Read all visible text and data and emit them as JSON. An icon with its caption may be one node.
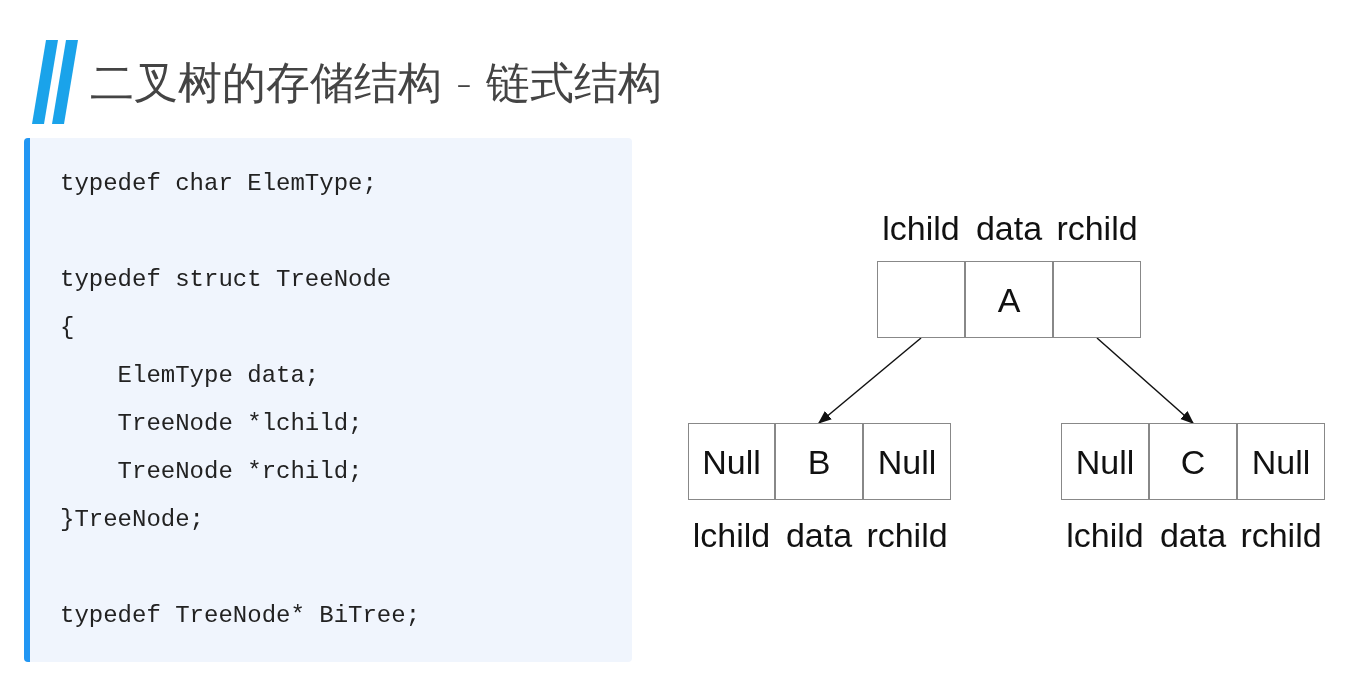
{
  "diagram": {
    "title": "二叉树的存储结构 - 链式结构",
    "nodes": [
      {
        "text": [
          "typedef char ElemType;",
          "typedef struct TreeNode",
          "{",
          "    ElemType data;",
          "    TreeNode *lchild;",
          "    TreeNode *rchild;",
          "}TreeNode;",
          "typedef TreeNode* BiTree;"
        ]
      },
      {
        "text": [],
        "shape": "box",
        "beside": [
          "lchild"
        ]
      },
      {
        "text": [
          "A"
        ],
        "beside": [
          "data"
        ]
      },
      {
        "text": [],
        "shape": "box",
        "beside": [
          "rchild"
        ]
      },
      {
        "text": [
          "Null"
        ],
        "beside": [
          "lchild"
        ]
      },
      {
        "text": [
          "B"
        ],
        "beside": [
          "data"
        ]
      },
      {
        "text": [
          "Null"
        ],
        "beside": [
          "rchild"
        ]
      },
      {
        "text": [
          "Null"
        ],
        "beside": [
          "lchild"
        ]
      },
      {
        "text": [
          "C"
        ],
        "beside": [
          "data"
        ]
      },
      {
        "text": [
          "Null"
        ],
        "beside": [
          "rchild"
        ]
      }
    ],
    "edges": [
      {
        "from": 1,
        "to": 5,
        "arrow": "to"
      },
      {
        "from": 3,
        "to": 8,
        "arrow": "to"
      }
    ]
  }
}
